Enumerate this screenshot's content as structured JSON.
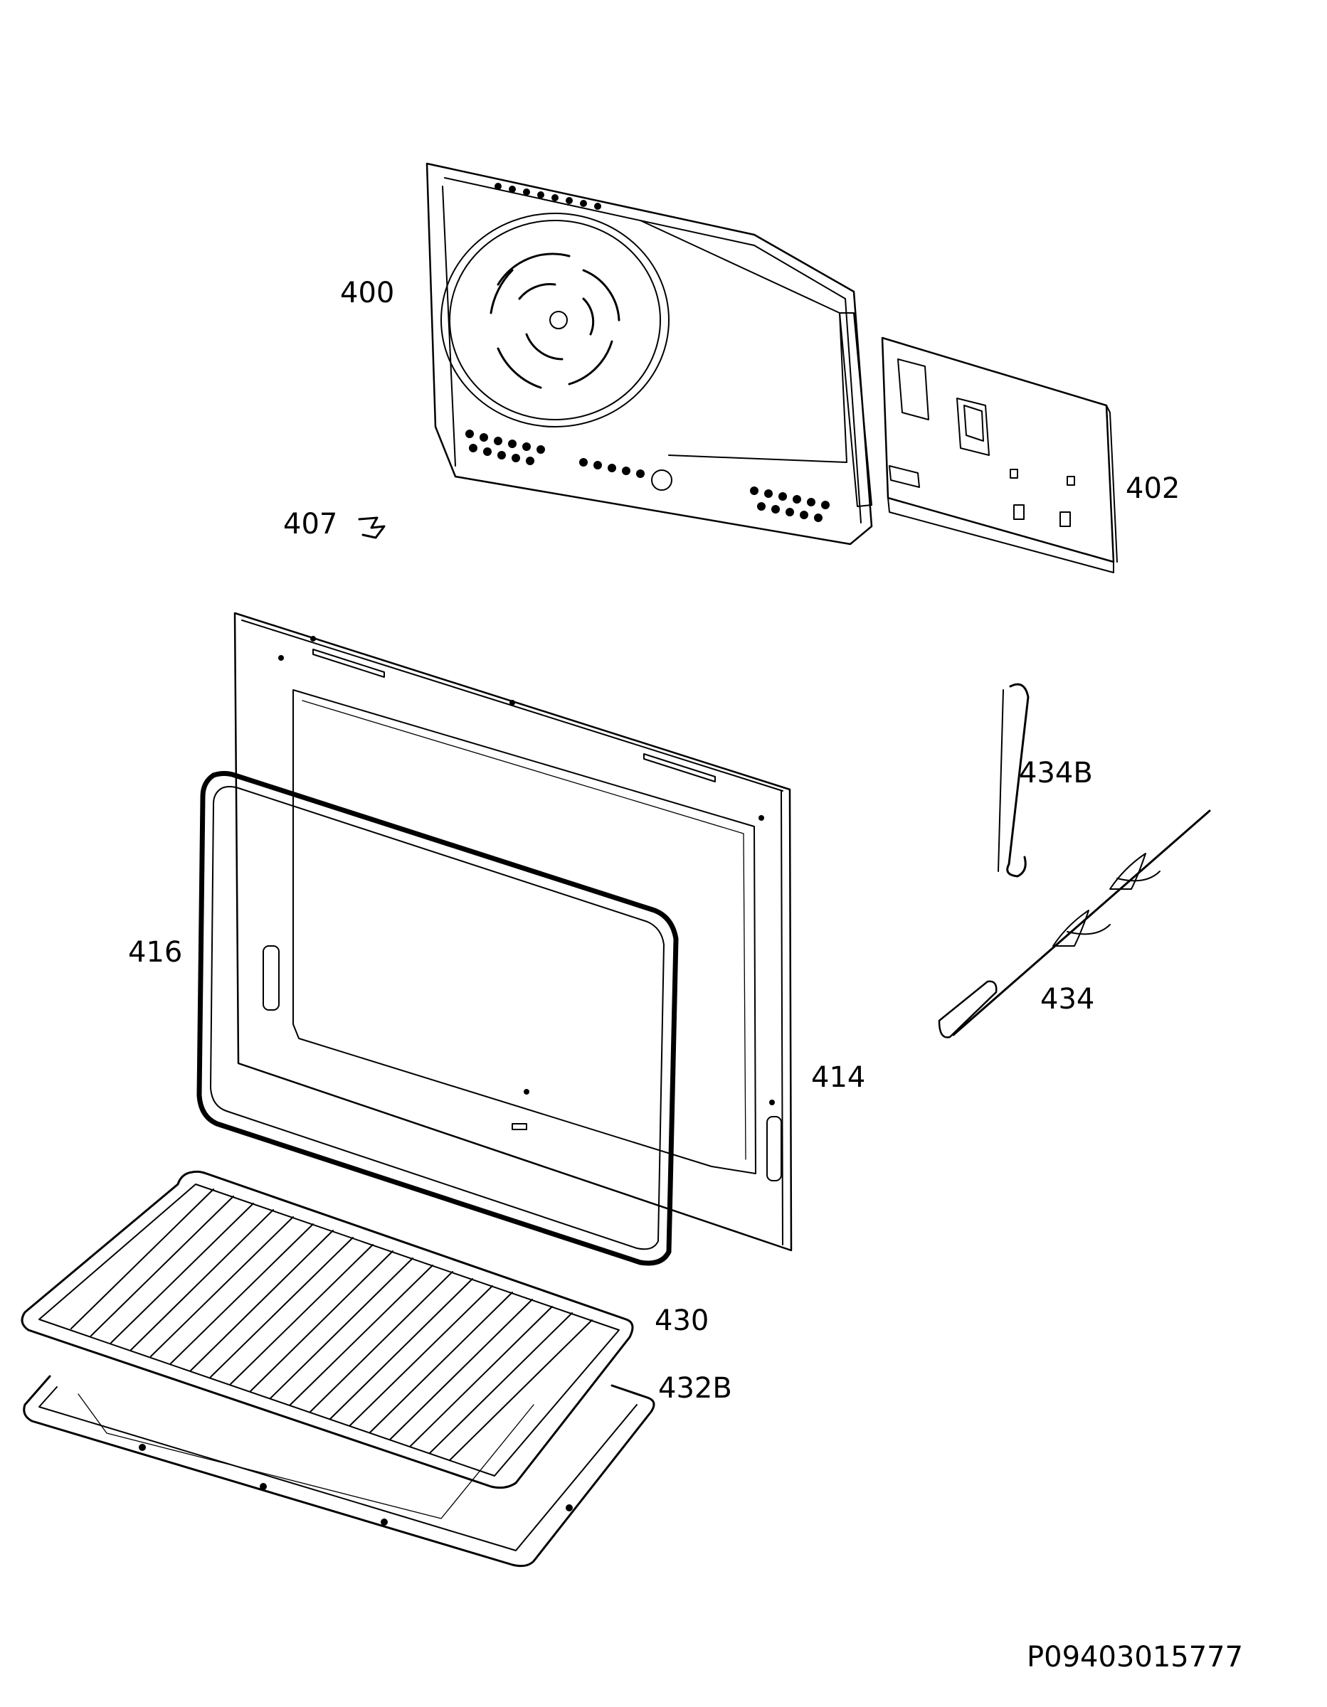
{
  "diagram": {
    "parts": [
      {
        "id": "400"
      },
      {
        "id": "402"
      },
      {
        "id": "407"
      },
      {
        "id": "414"
      },
      {
        "id": "416"
      },
      {
        "id": "430"
      },
      {
        "id": "432B"
      },
      {
        "id": "434"
      },
      {
        "id": "434B"
      }
    ],
    "document_code": "P09403015777"
  }
}
